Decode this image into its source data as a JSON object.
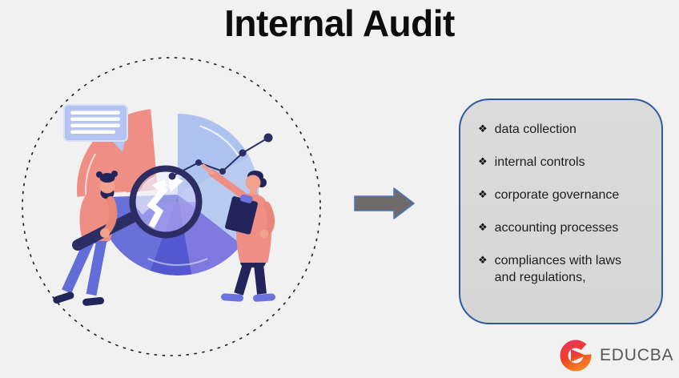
{
  "title": "Internal Audit",
  "list_box": {
    "bullet_glyph": "❖",
    "items": [
      "data collection",
      "internal controls",
      "corporate governance",
      "accounting processes",
      "compliances with laws and regulations,"
    ]
  },
  "logo": {
    "brand": "EDUCBA"
  },
  "illustration": {
    "alt": "Two auditors examining a pie chart with a magnifying glass, speech bubble and rising line graph, inside a dashed circle"
  },
  "colors": {
    "background": "#f2f1f1",
    "navy": "#23245c",
    "salmon": "#ee8e85",
    "periwinkle": "#6b74dd",
    "light_blue": "#adc2ee",
    "box_fill": "#d9d9d9",
    "box_border": "#2d5a9c",
    "arrow_fill": "#6f6b6b",
    "arrow_border": "#4d76ba",
    "logo_pink": "#e9336b",
    "logo_orange": "#f15a24",
    "text": "#1d1d1d"
  }
}
